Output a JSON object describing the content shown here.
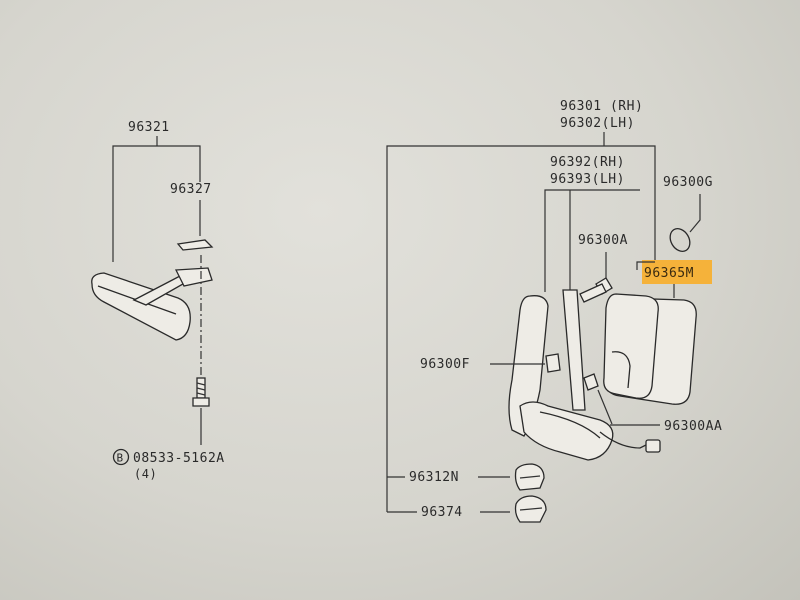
{
  "left_assembly": {
    "inner_mirror_label": "96321",
    "bracket_cover_label": "96327",
    "screw_label": "08533-5162A",
    "screw_prefix": "B",
    "screw_qty": "(4)"
  },
  "right_assembly": {
    "mirror_rh_label": "96301 (RH)",
    "mirror_lh_label": "96302(LH)",
    "sub_rh_label": "96392(RH)",
    "sub_lh_label": "96393(LH)",
    "grommet_label": "96300G",
    "bolt_label": "96300A",
    "glass_label": "96365M",
    "clip_label": "96300F",
    "harness_label": "96300AA",
    "cover_n_label": "96312N",
    "cover_label": "96374"
  },
  "highlight_color": "#f5b23a"
}
